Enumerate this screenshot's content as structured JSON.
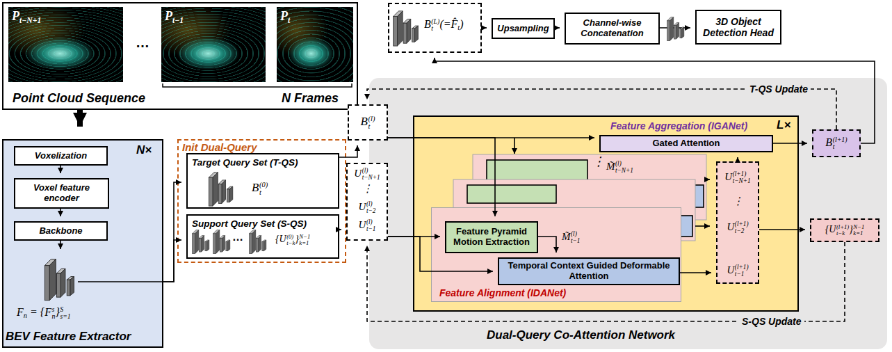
{
  "diagram": {
    "nodes": [
      {
        "text": [
          "Point Cloud Sequence",
          "N Frames"
        ]
      },
      {
        "text": [
          "Pt−N+1"
        ],
        "in": 0
      },
      {
        "text": [
          "Pt−1"
        ],
        "in": 0
      },
      {
        "text": [
          "Pt"
        ],
        "in": 0
      },
      {
        "text": [
          "Bt(L)(=F̂t)"
        ]
      },
      {
        "text": [
          "Upsampling"
        ]
      },
      {
        "text": [
          "Channel-wise Concatenation"
        ]
      },
      {
        "text": [
          "3D Object Detection Head"
        ]
      },
      {
        "text": [
          "N×",
          "BEV Feature Extractor"
        ]
      },
      {
        "text": [
          "Voxelization"
        ],
        "in": 8
      },
      {
        "text": [
          "Voxel feature encoder"
        ],
        "in": 8
      },
      {
        "text": [
          "Backbone"
        ],
        "in": 8
      },
      {
        "text": [
          "Init Dual-Query"
        ]
      },
      {
        "text": [
          "Target Query Set (T-QS)",
          "Bt(0)"
        ],
        "in": 12
      },
      {
        "text": [
          "Support Query Set (S-QS)",
          "{Ut−k(0)}k=1N−1"
        ],
        "in": 12
      },
      {
        "text": [
          "Bt(l)"
        ]
      },
      {
        "text": [
          "Ut−N+1(l)",
          "⋮",
          "Ut−2(l)",
          "Ut−1(l)"
        ]
      },
      {
        "text": [
          "Dual-Query Co-Attention Network"
        ]
      },
      {
        "text": [
          "L×",
          "Feature Aggregation (IGANet)"
        ],
        "in": 17
      },
      {
        "text": [
          "Gated Attention"
        ],
        "in": 18
      },
      {
        "text": [
          "Feature Alignment (IDANet)"
        ],
        "in": 18
      },
      {
        "text": [
          "Feature Pyramid Motion Extraction"
        ],
        "in": 20
      },
      {
        "text": [
          "Temporal Context Guided Deformable Attention"
        ],
        "in": 20
      },
      {
        "text": [
          "Ut−N+1(l+1)",
          "⋮",
          "Ut−2(l+1)",
          "Ut−1(l+1)"
        ],
        "in": 18
      },
      {
        "text": [
          "Bt(l+1)"
        ],
        "in": 17
      },
      {
        "text": [
          "{Ut−k(l+1)}k=1N−1"
        ],
        "in": 17
      }
    ],
    "edges": [
      {
        "from": 0,
        "to": 8,
        "arrow": "to"
      },
      {
        "from": 4,
        "to": 5,
        "arrow": "to"
      },
      {
        "from": 5,
        "to": 6,
        "arrow": "to"
      },
      {
        "from": 6,
        "to": 7,
        "arrow": "to"
      },
      {
        "from": 9,
        "to": 10,
        "arrow": "to"
      },
      {
        "from": 10,
        "to": 11,
        "arrow": "to"
      },
      {
        "from": 8,
        "to": 13,
        "arrow": "to"
      },
      {
        "from": 8,
        "to": 14,
        "arrow": "to"
      },
      {
        "from": 13,
        "to": 15,
        "arrow": "to"
      },
      {
        "from": 14,
        "to": 16,
        "arrow": "to"
      },
      {
        "from": 15,
        "to": 19,
        "arrow": "to"
      },
      {
        "from": 15,
        "to": 21,
        "arrow": "to"
      },
      {
        "from": 16,
        "to": 21,
        "arrow": "to"
      },
      {
        "from": 16,
        "to": 22,
        "arrow": "to"
      },
      {
        "from": 21,
        "to": 22,
        "arrow": "to",
        "label": "M̃t−1(l)"
      },
      {
        "from": 22,
        "to": 23,
        "arrow": "to"
      },
      {
        "from": 23,
        "to": 19,
        "arrow": "to"
      },
      {
        "from": 19,
        "to": 24,
        "arrow": "to"
      },
      {
        "from": 23,
        "to": 25,
        "arrow": "to"
      },
      {
        "from": 24,
        "to": 4,
        "arrow": "to"
      },
      {
        "from": 24,
        "to": 15,
        "arrow": "to",
        "label": "T-QS Update"
      },
      {
        "from": 25,
        "to": 16,
        "arrow": "to",
        "label": "S-QS Update"
      }
    ],
    "labels": [
      "…",
      "Fn = {Fns}s=1S",
      "…",
      "⋮",
      "M̃t−N+1(l)"
    ]
  }
}
